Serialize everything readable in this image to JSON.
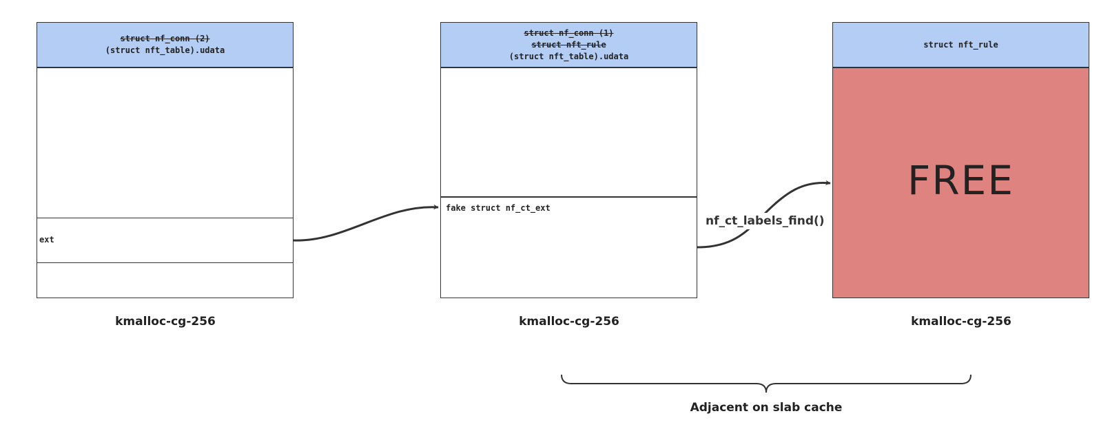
{
  "boxes": [
    {
      "header_lines": [
        {
          "text": "struct nf_conn (2)",
          "struck": true
        },
        {
          "text": "(struct nft_table).udata",
          "struck": false
        }
      ],
      "field_label": "ext",
      "caption": "kmalloc-cg-256"
    },
    {
      "header_lines": [
        {
          "text": "struct nf_conn (1)",
          "struck": true
        },
        {
          "text": "struct nft_rule",
          "struck": true
        },
        {
          "text": "(struct nft_table).udata",
          "struck": false
        }
      ],
      "field_label": "fake struct nf_ct_ext",
      "caption": "kmalloc-cg-256"
    },
    {
      "header_lines": [
        {
          "text": "struct nft_rule",
          "struck": false
        }
      ],
      "body_label": "FREE",
      "caption": "kmalloc-cg-256"
    }
  ],
  "arrow_label": "nf_ct_labels_find()",
  "brace_label": "Adjacent on slab cache",
  "colors": {
    "header_fill": "#b3cdf5",
    "free_fill": "#df8380",
    "stroke": "#333333"
  }
}
